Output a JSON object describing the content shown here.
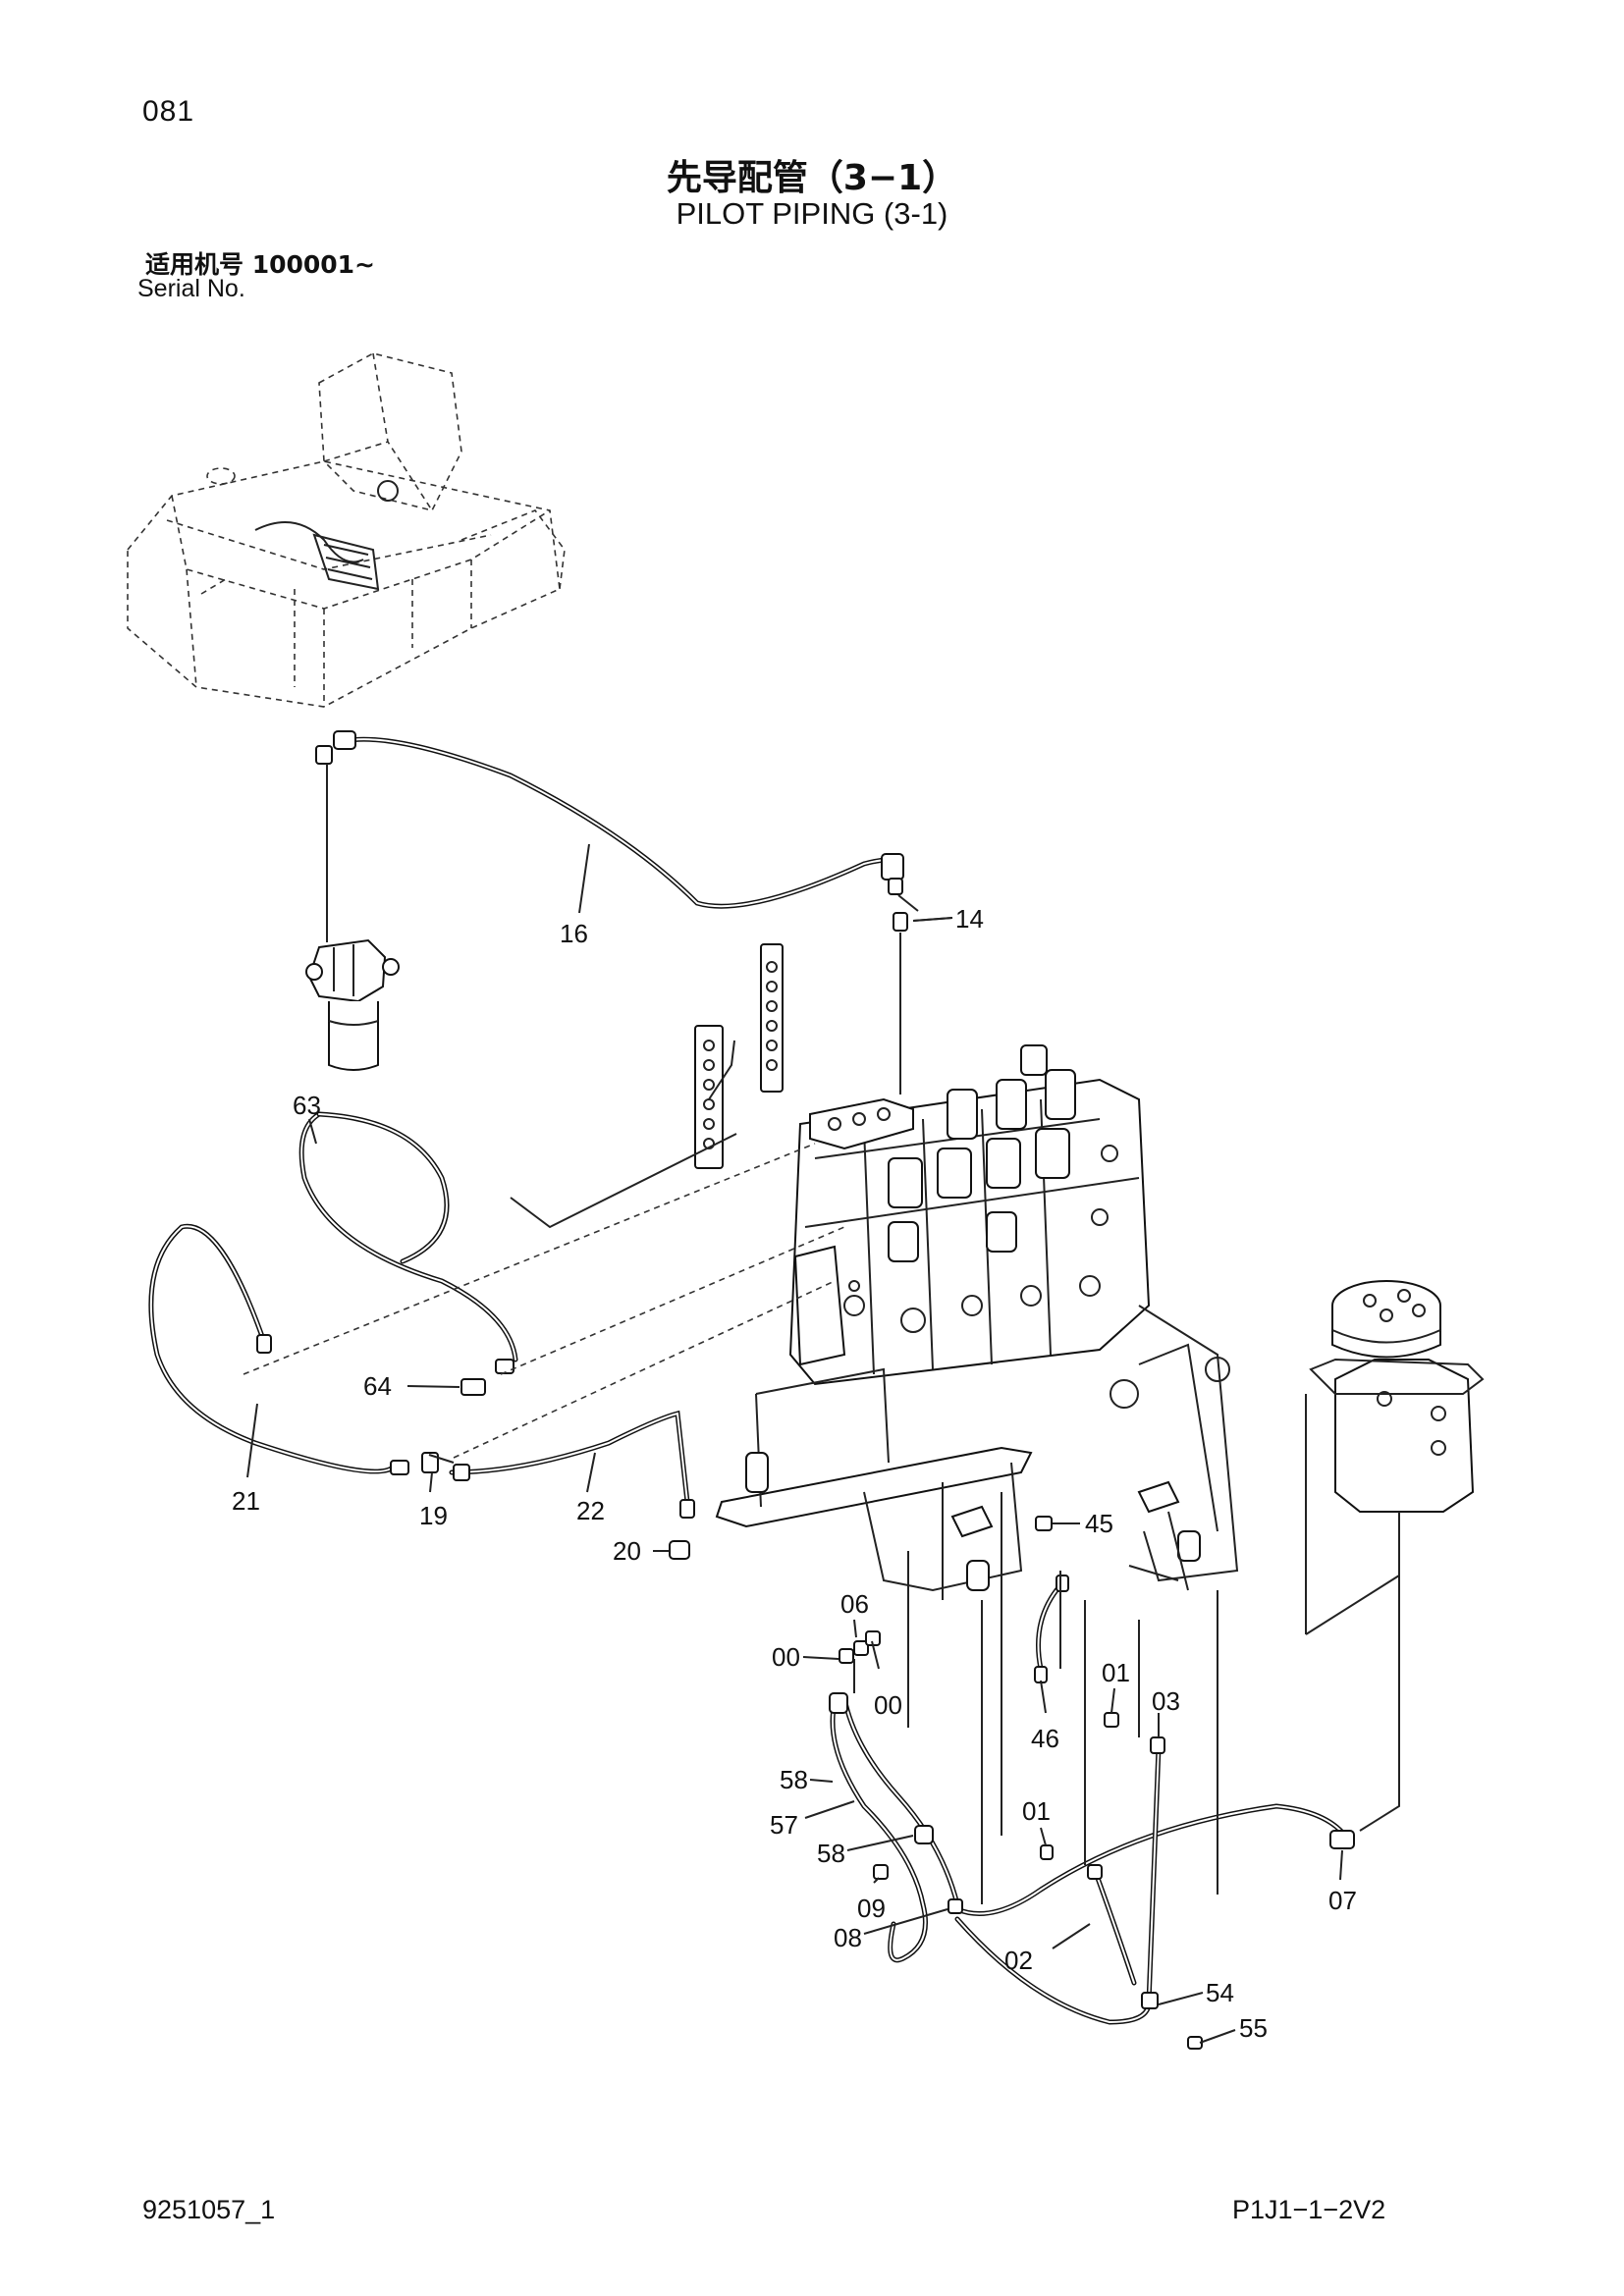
{
  "header": {
    "page_code": "081",
    "title_cn": "先导配管（3−1）",
    "title_en": "PILOT PIPING (3-1)",
    "serial_cn": "适用机号  100001∼",
    "serial_en": "Serial No."
  },
  "callouts": {
    "c16": "16",
    "c14": "14",
    "c63": "63",
    "c64": "64",
    "c21": "21",
    "c19": "19",
    "c22": "22",
    "c20": "20",
    "c45": "45",
    "c06": "06",
    "c00a": "00",
    "c00b": "00",
    "c46": "46",
    "c01a": "01",
    "c03": "03",
    "c58a": "58",
    "c57": "57",
    "c58b": "58",
    "c01b": "01",
    "c09": "09",
    "c08": "08",
    "c02": "02",
    "c07": "07",
    "c54": "54",
    "c55": "55"
  },
  "footer": {
    "doc_number": "9251057_1",
    "page_ref": "P1J1−1−2V2"
  }
}
